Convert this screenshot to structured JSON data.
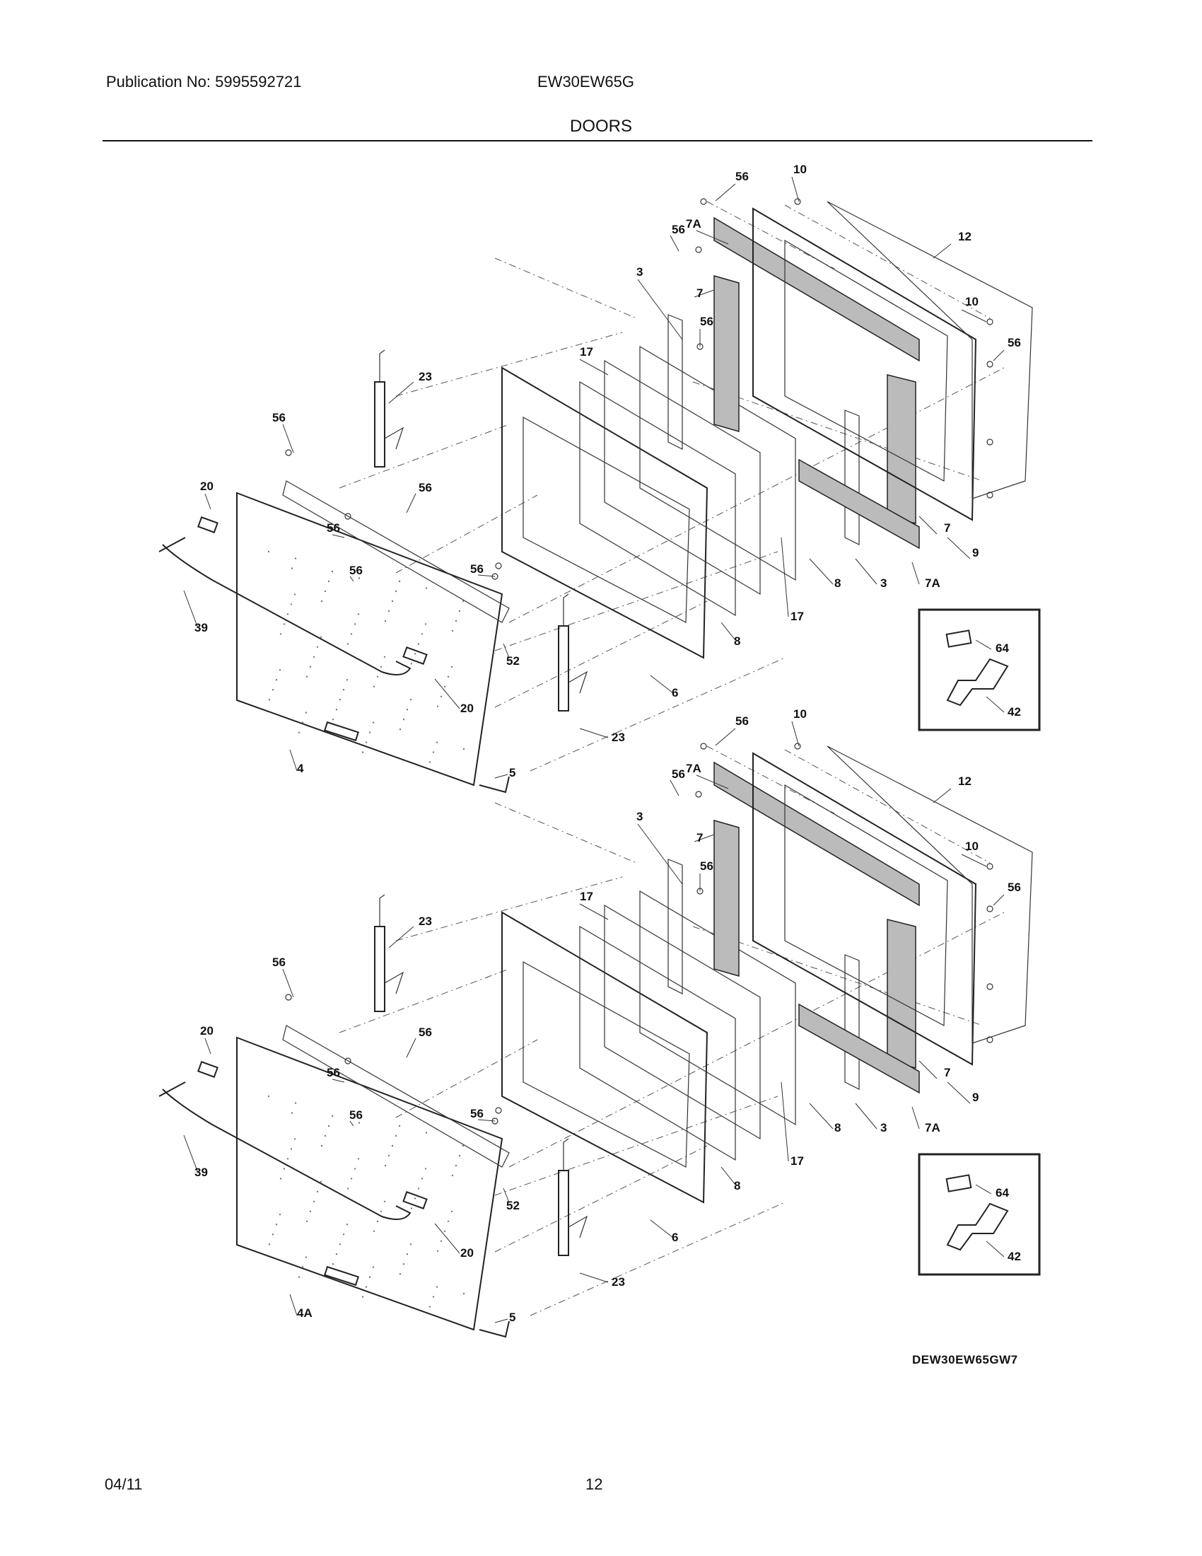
{
  "header": {
    "publication": "Publication No: 5995592721",
    "model": "EW30EW65G",
    "title": "DOORS"
  },
  "footer": {
    "date": "04/11",
    "page": "12"
  },
  "diagram": {
    "code": "DEW30EW65GW7",
    "upper_door_labels": [
      "56",
      "10",
      "7A",
      "12",
      "56",
      "7",
      "3",
      "10",
      "56",
      "56",
      "17",
      "23",
      "56",
      "56",
      "56",
      "20",
      "56",
      "56",
      "9",
      "7",
      "3",
      "7A",
      "8",
      "17",
      "8",
      "39",
      "52",
      "64",
      "42",
      "20",
      "6",
      "23",
      "4",
      "5"
    ],
    "lower_door_labels": [
      "56",
      "10",
      "7A",
      "12",
      "56",
      "7",
      "3",
      "10",
      "56",
      "56",
      "17",
      "23",
      "56",
      "56",
      "56",
      "20",
      "56",
      "56",
      "9",
      "7",
      "3",
      "7A",
      "8",
      "17",
      "8",
      "39",
      "52",
      "64",
      "42",
      "20",
      "6",
      "23",
      "4A",
      "5"
    ]
  }
}
